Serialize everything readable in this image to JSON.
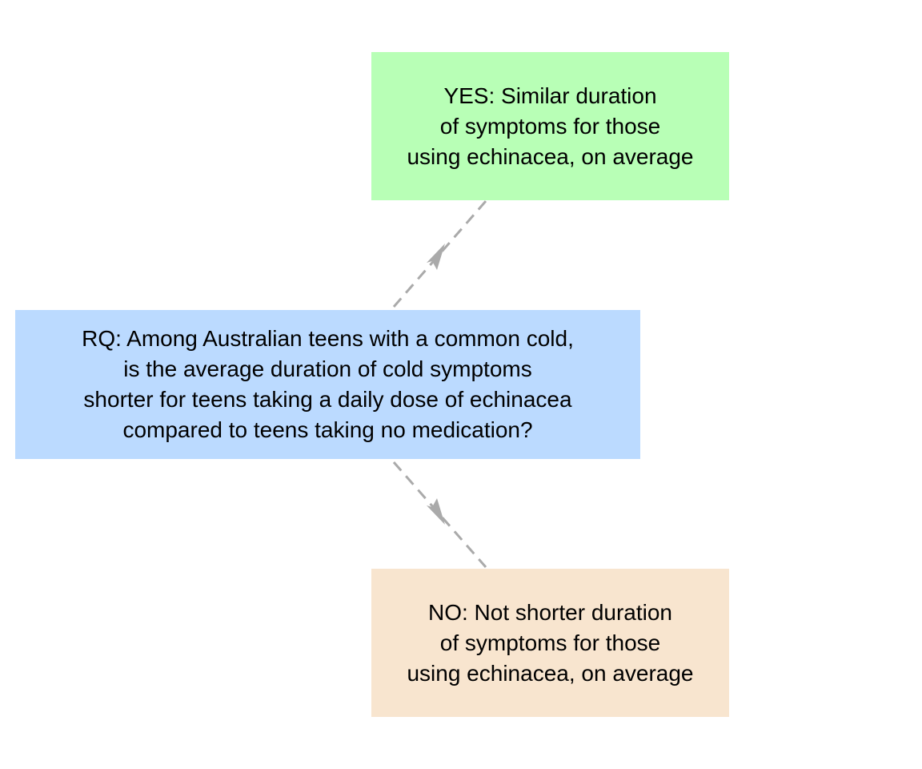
{
  "diagram": {
    "nodes": {
      "rq": {
        "lines": [
          "RQ: Among Australian teens with a common cold,",
          "is the average duration of cold symptoms",
          "shorter for teens taking a daily dose of echinacea",
          "compared to teens taking no medication?"
        ],
        "fill": "#bbdaff"
      },
      "yes": {
        "lines": [
          "YES: Similar duration",
          "of symptoms for those",
          "using echinacea, on average"
        ],
        "fill": "#b8ffb6"
      },
      "no": {
        "lines": [
          "NO: Not shorter duration",
          "of symptoms for those",
          "using echinacea, on average"
        ],
        "fill": "#f8e5cf"
      }
    },
    "edge_color": "#aaaaaa",
    "edges": [
      {
        "from": "rq",
        "to": "yes",
        "style": "dashed"
      },
      {
        "from": "rq",
        "to": "no",
        "style": "dashed"
      }
    ]
  }
}
